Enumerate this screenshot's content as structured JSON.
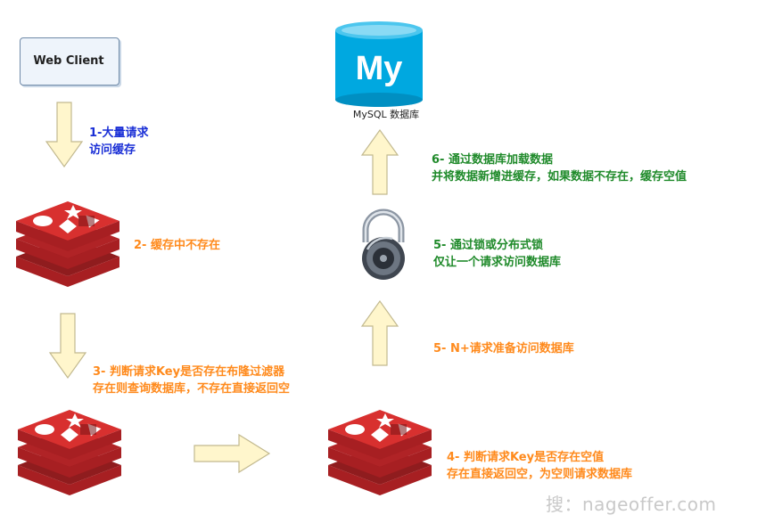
{
  "client": {
    "label": "Web Client"
  },
  "mysql": {
    "logo_text": "My",
    "caption": "MySQL 数据库"
  },
  "steps": {
    "s1": [
      "1-大量请求",
      "访问缓存"
    ],
    "s2": [
      "2- 缓存中不存在"
    ],
    "s3": [
      "3- 判断请求Key是否存在布隆过滤器",
      "存在则查询数据库，不存在直接返回空"
    ],
    "s4": [
      "4- 判断请求Key是否存在空值",
      "存在直接返回空，为空则请求数据库"
    ],
    "s5a": [
      "5- N+请求准备访问数据库"
    ],
    "s5b": [
      "5- 通过锁或分布式锁",
      "仅让一个请求访问数据库"
    ],
    "s6": [
      "6- 通过数据库加载数据",
      "并将数据新增进缓存，如果数据不存在，缓存空值"
    ]
  },
  "watermark": "搜：nageoffer.com",
  "colors": {
    "blue": "#1a2fd6",
    "orange": "#ff8a1c",
    "green": "#1f8a2a",
    "redis": "#c8282a",
    "mysql": "#00a8e0",
    "arrow": "#fff6cc"
  }
}
